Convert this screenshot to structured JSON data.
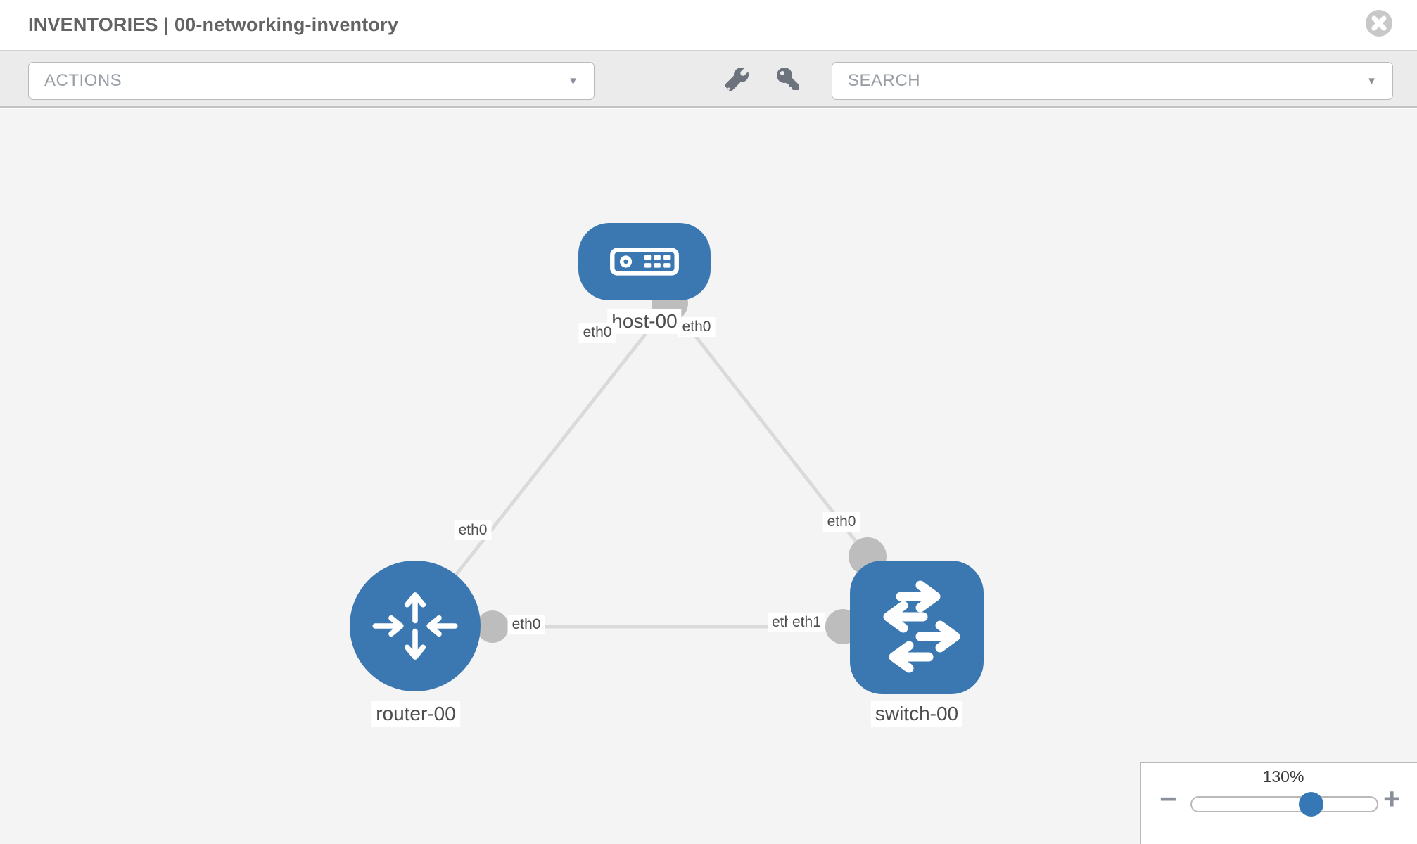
{
  "header": {
    "title": "INVENTORIES | 00-networking-inventory"
  },
  "toolbar": {
    "actions_label": "ACTIONS",
    "search_placeholder": "SEARCH"
  },
  "glyphs": {
    "chevron_down": "▼",
    "minus": "−",
    "plus": "+"
  },
  "canvas": {
    "nodes": [
      {
        "label": "host-00",
        "type": "host"
      },
      {
        "label": "router-00",
        "type": "router"
      },
      {
        "label": "switch-00",
        "type": "switch"
      }
    ],
    "links": [
      {
        "from": "host-00",
        "to": "router-00"
      },
      {
        "from": "host-00",
        "to": "switch-00"
      },
      {
        "from": "router-00",
        "to": "switch-00"
      }
    ],
    "interface_labels": {
      "host_left": "eth0",
      "host_right": "eth0",
      "host_router_link": "eth0",
      "router_right": "eth0",
      "switch_top": "eth0",
      "switch_left_back": "eth0",
      "switch_left_front": "eth1"
    }
  },
  "zoom_control": {
    "level": "130%"
  },
  "colors": {
    "node_blue": "#3b78b2",
    "accent_blue": "#3578b5",
    "link_gray": "#dadada",
    "dot_gray": "#bdbdbd",
    "canvas_bg": "#f4f4f4",
    "toolbar_bg": "#ebebeb"
  }
}
